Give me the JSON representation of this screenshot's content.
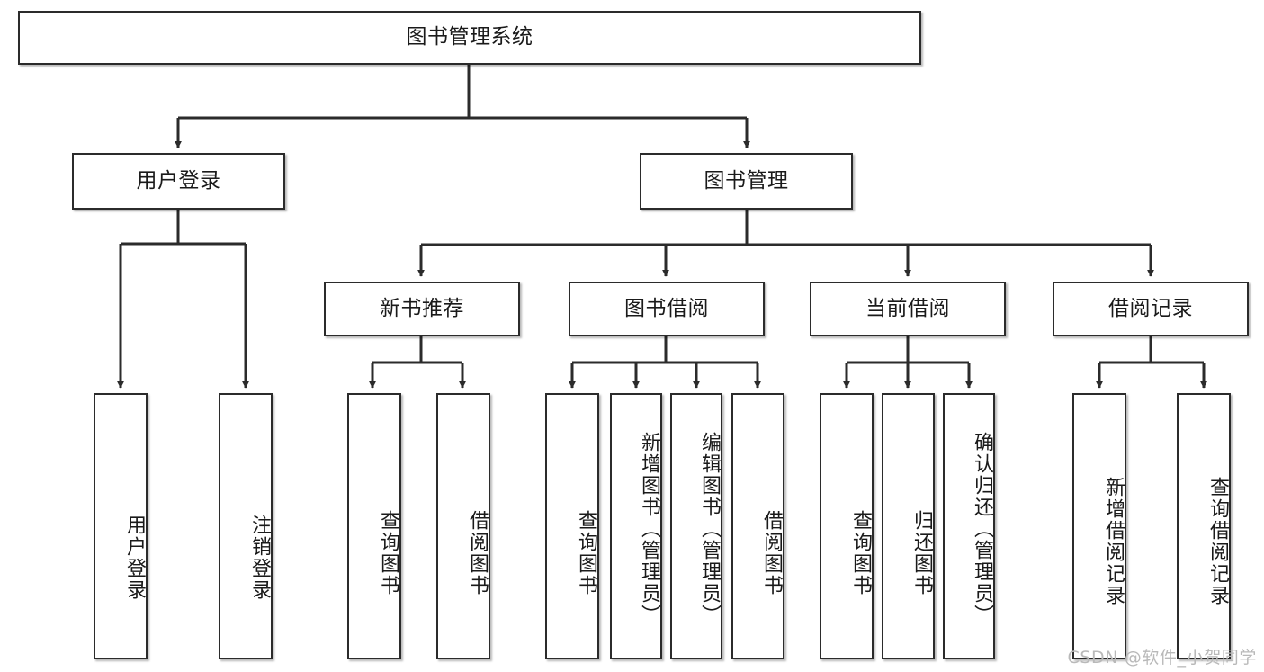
{
  "diagram": {
    "type": "tree-hierarchy",
    "title": "图书管理系统",
    "watermark": "CSDN @软件_小贺同学",
    "colors": {
      "box_border": "#2b2b2b",
      "box_fill": "#ffffff",
      "edge": "#2b2b2b",
      "watermark": "#b9b9b9"
    },
    "levels": {
      "root": {
        "label": "图书管理系统"
      },
      "level2": [
        {
          "label": "用户登录"
        },
        {
          "label": "图书管理"
        }
      ],
      "level3": [
        {
          "label": "新书推荐"
        },
        {
          "label": "图书借阅"
        },
        {
          "label": "当前借阅"
        },
        {
          "label": "借阅记录"
        }
      ],
      "leaves": [
        {
          "label": "用户登录",
          "parent": "用户登录"
        },
        {
          "label": "注销登录",
          "parent": "用户登录"
        },
        {
          "label": "查询图书",
          "parent": "新书推荐"
        },
        {
          "label": "借阅图书",
          "parent": "新书推荐"
        },
        {
          "label": "查询图书",
          "parent": "图书借阅"
        },
        {
          "label": "新增图书（管理员）",
          "parent": "图书借阅"
        },
        {
          "label": "编辑图书（管理员）",
          "parent": "图书借阅"
        },
        {
          "label": "借阅图书",
          "parent": "图书借阅"
        },
        {
          "label": "查询图书",
          "parent": "当前借阅"
        },
        {
          "label": "归还图书",
          "parent": "当前借阅"
        },
        {
          "label": "确认归还（管理员）",
          "parent": "当前借阅"
        },
        {
          "label": "新增借阅记录",
          "parent": "借阅记录"
        },
        {
          "label": "查询借阅记录",
          "parent": "借阅记录"
        }
      ]
    }
  }
}
